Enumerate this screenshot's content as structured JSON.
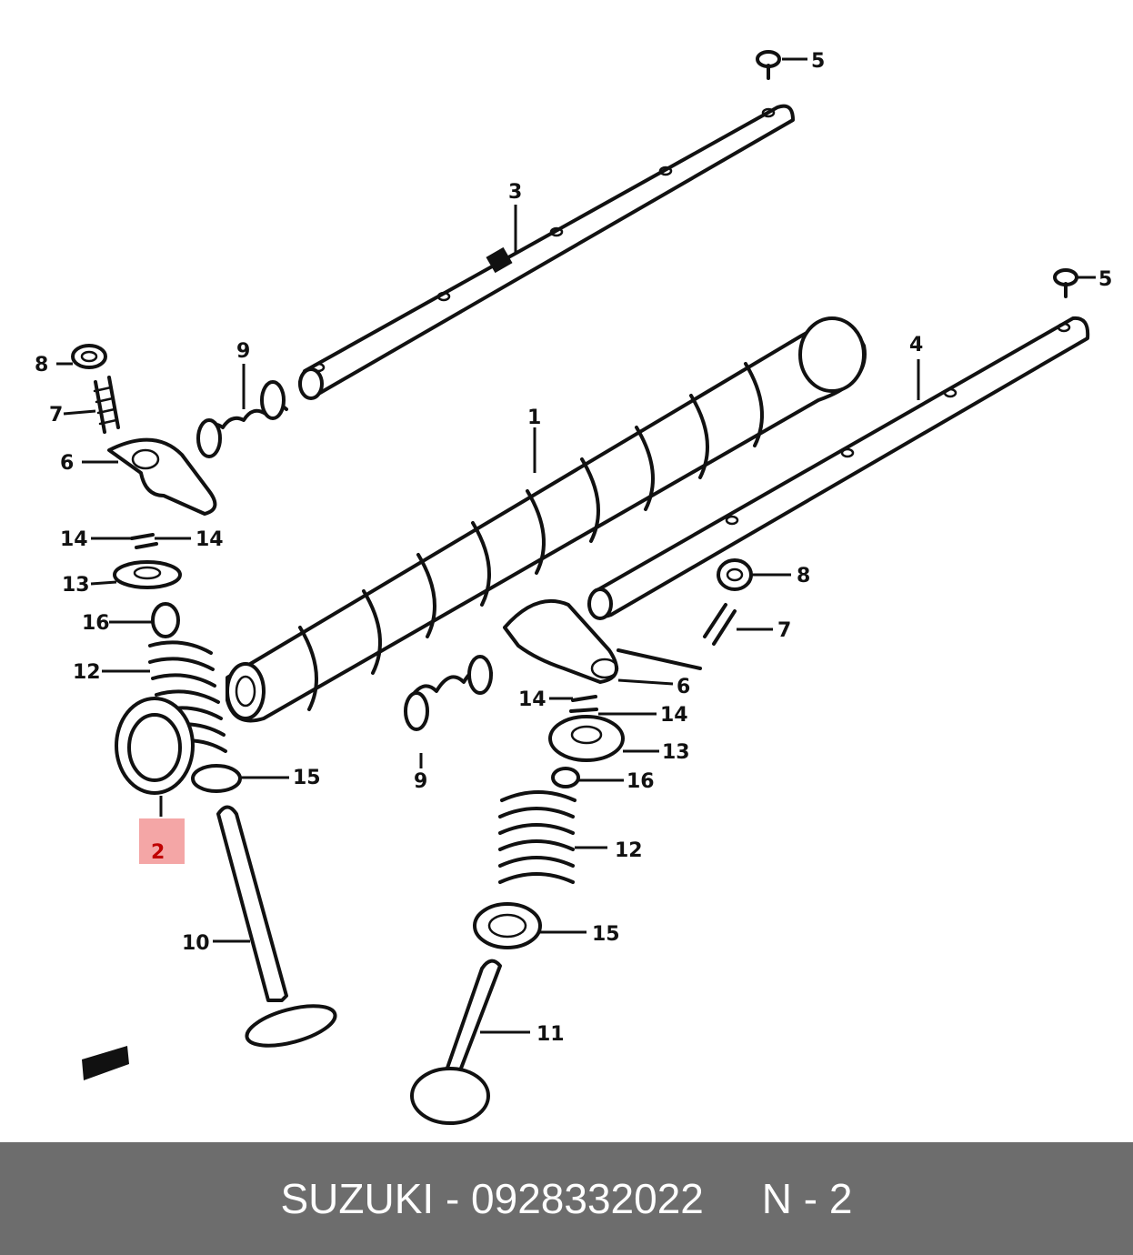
{
  "callouts": {
    "c1": "1",
    "c2": "2",
    "c3": "3",
    "c4": "4",
    "c5a": "5",
    "c5b": "5",
    "c6a": "6",
    "c6b": "6",
    "c7a": "7",
    "c7b": "7",
    "c8a": "8",
    "c8b": "8",
    "c9a": "9",
    "c9b": "9",
    "c10": "10",
    "c11": "11",
    "c12a": "12",
    "c12b": "12",
    "c13a": "13",
    "c13b": "13",
    "c14a": "14",
    "c14b": "14",
    "c14c": "14",
    "c14d": "14",
    "c15a": "15",
    "c15b": "15",
    "c16a": "16",
    "c16b": "16"
  },
  "highlight_color": "#f4a6a6",
  "footer": {
    "text": "SUZUKI - 0928332022     N - 2",
    "background": "#6d6d6d"
  }
}
